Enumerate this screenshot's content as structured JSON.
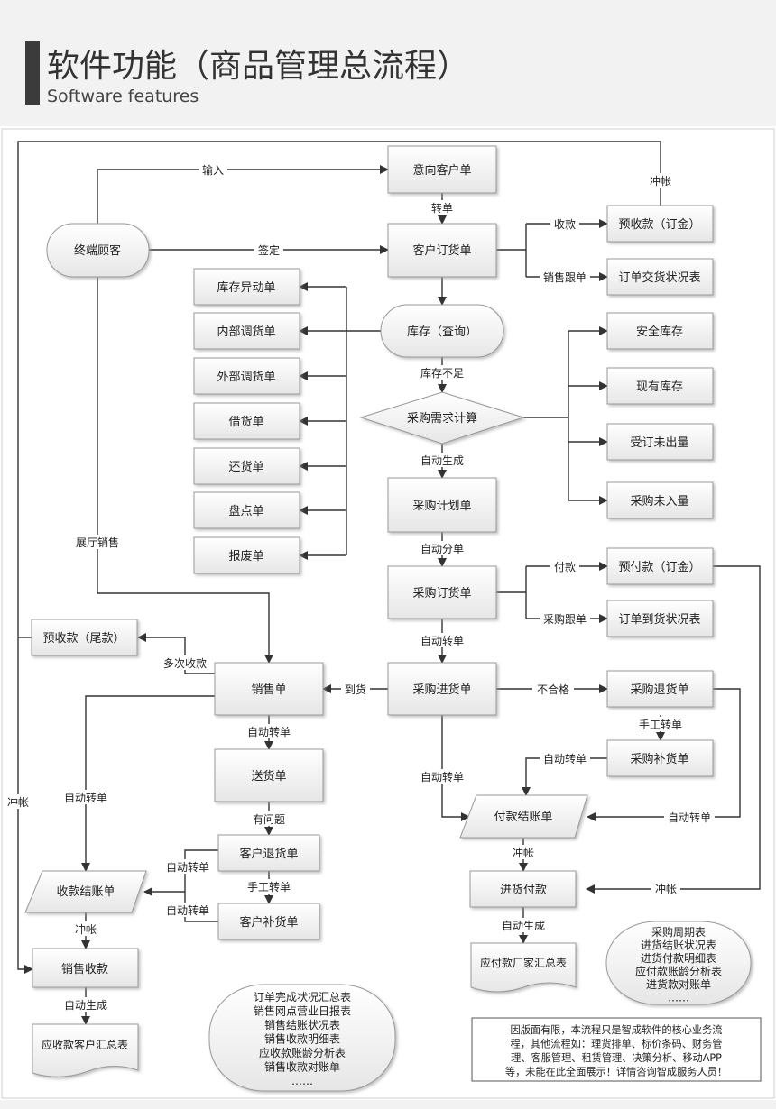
{
  "header": {
    "title": "软件功能（商品管理总流程）",
    "subtitle": "Software features"
  },
  "nodes": {
    "yixiang": "意向客户单",
    "dinghuo": "客户订货单",
    "zhongduan": "终端顾客",
    "yushou_ding": "预收款（订金）",
    "dingdan_jiaohuo": "订单交货状况表",
    "kucun": "库存（查询）",
    "kucun_yidong": "库存异动单",
    "neibu_diao": "内部调货单",
    "waibu_diao": "外部调货单",
    "jiehuo": "借货单",
    "huanhuo": "还货单",
    "pandian": "盘点单",
    "baofei": "报废单",
    "anquan": "安全库存",
    "xianyou": "现有库存",
    "shouding": "受订未出量",
    "caigou_weiru": "采购未入量",
    "xuqiu": "采购需求计算",
    "jihua": "采购计划单",
    "caigou_ding": "采购订货单",
    "yufu": "预付款（订金）",
    "daohuo_zhuangkuang": "订单到货状况表",
    "jinhuo": "采购进货单",
    "tuihuo": "采购退货单",
    "buhuo": "采购补货单",
    "fukuan_jiezhang": "付款结账单",
    "jinhuo_fukuan": "进货付款",
    "yingfu_huizong": "应付款厂家汇总表",
    "yushou_wei": "预收款（尾款）",
    "xiaoshou": "销售单",
    "songhuo": "送货单",
    "kehu_tui": "客户退货单",
    "kehu_bu": "客户补货单",
    "shoukuan_jiezhang": "收款结账单",
    "xiaoshou_shoukuan": "销售收款",
    "yingshou_huizong": "应收款客户汇总表"
  },
  "edge_labels": {
    "shuru": "输入",
    "qianding": "签定",
    "chongzhang_top": "冲帐",
    "zhuandan": "转单",
    "shoukuan": "收款",
    "xiaoshou_gendan": "销售跟单",
    "kucun_buzu": "库存不足",
    "zidong_shengcheng1": "自动生成",
    "zidong_fendan": "自动分单",
    "fukuan": "付款",
    "caigou_gendan": "采购跟单",
    "zidong_zhuandan1": "自动转单",
    "zhanting": "展厅销售",
    "duoci": "多次收款",
    "daohuo": "到货",
    "buhege": "不合格",
    "shougong1": "手工转单",
    "zidong_zhuandan2": "自动转单",
    "zidong_zhuandan3": "自动转单",
    "zidong_zhuandan4": "自动转单",
    "chongzhang_right": "冲帐",
    "zidong_zhuandan5": "自动转单",
    "youwenti": "有问题",
    "chongzhang_left": "冲帐",
    "zidong_zhuandan6": "自动转单",
    "shougong2": "手工转单",
    "zidong_zhuandan7": "自动转单",
    "zidong_zhuandan8": "自动转单",
    "chongzhang_mid": "冲帐",
    "zidong_shengcheng2": "自动生成",
    "zidong_shengcheng3": "自动生成",
    "chongzhang_right2": "冲帐"
  },
  "report_list_left": [
    "订单完成状况汇总表",
    "销售网点营业日报表",
    "销售结账状况表",
    "销售收款明细表",
    "应收款账龄分析表",
    "销售收款对账单",
    "……"
  ],
  "report_list_right": [
    "采购周期表",
    "进货结账状况表",
    "进货付款明细表",
    "应付款账龄分析表",
    "进货款对账单",
    "……"
  ],
  "note_lines": [
    "因版面有限，本流程只是智成软件的核心业务流",
    "程，其他流程如：理货排单、标价条码、财务管",
    "理、客服管理、租赁管理、决策分析、移动APP",
    "等，未能在此全面展示！详情咨询智成服务人员！"
  ]
}
